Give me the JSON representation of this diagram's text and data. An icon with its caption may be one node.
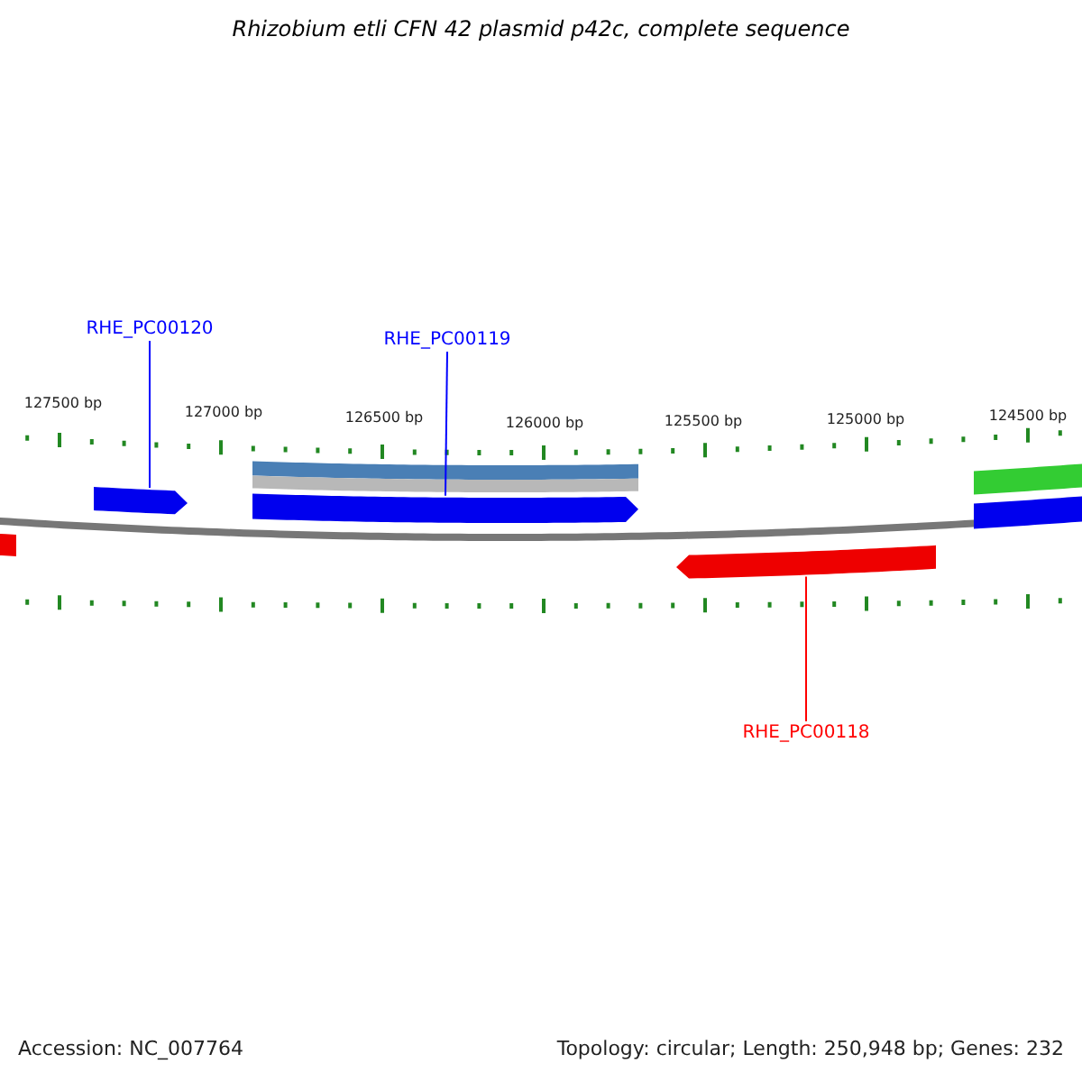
{
  "diagram": {
    "title": "Rhizobium etli CFN 42 plasmid p42c, complete sequence",
    "nodes": [
      {
        "text": [
          "RHE_PC00120"
        ]
      },
      {
        "text": [
          "RHE_PC00119"
        ]
      },
      {
        "text": [
          "RHE_PC00118"
        ]
      },
      {
        "text": [],
        "shape": "bar"
      },
      {
        "text": [],
        "shape": "bar"
      },
      {
        "text": [],
        "shape": "bar"
      }
    ],
    "edges": [
      {
        "from": 0,
        "to": 3,
        "arrow": "none"
      },
      {
        "from": 1,
        "to": 4,
        "arrow": "none"
      },
      {
        "from": 2,
        "to": 5,
        "arrow": "none",
        "color": "#ff0000"
      }
    ],
    "labels": [
      "127500 bp",
      "127000 bp",
      "126500 bp",
      "126000 bp",
      "125500 bp",
      "125000 bp",
      "124500 bp",
      "Accession: NC_007764",
      "Topology: circular; Length: 250,948 bp; Genes: 232"
    ]
  }
}
